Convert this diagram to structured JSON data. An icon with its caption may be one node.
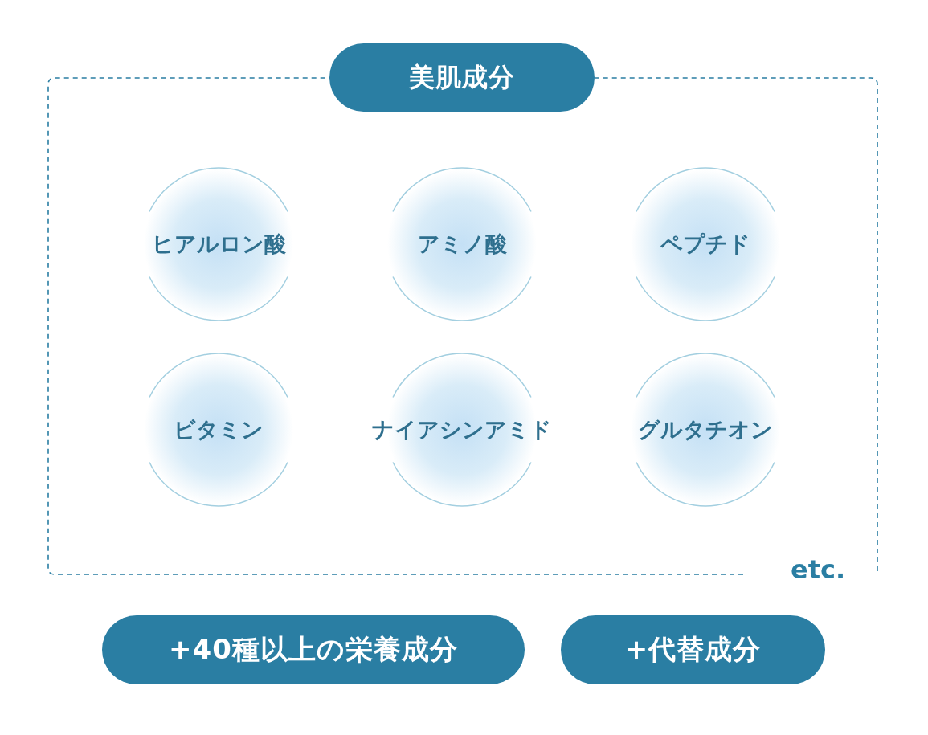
{
  "diagram": {
    "nodes": [
      {
        "text": [
          "美肌成分"
        ]
      },
      {
        "text": [
          "ヒアルロン酸"
        ],
        "in": 0
      },
      {
        "text": [
          "アミノ酸"
        ],
        "in": 0
      },
      {
        "text": [
          "ペプチド"
        ],
        "in": 0
      },
      {
        "text": [
          "ビタミン"
        ],
        "in": 0
      },
      {
        "text": [
          "ナイアシンアミド"
        ],
        "in": 0
      },
      {
        "text": [
          "グルタチオン"
        ],
        "in": 0
      },
      {
        "text": [
          "+40種以上の栄養成分"
        ]
      },
      {
        "text": [
          "+代替成分"
        ]
      }
    ],
    "labels": [
      "etc."
    ]
  }
}
